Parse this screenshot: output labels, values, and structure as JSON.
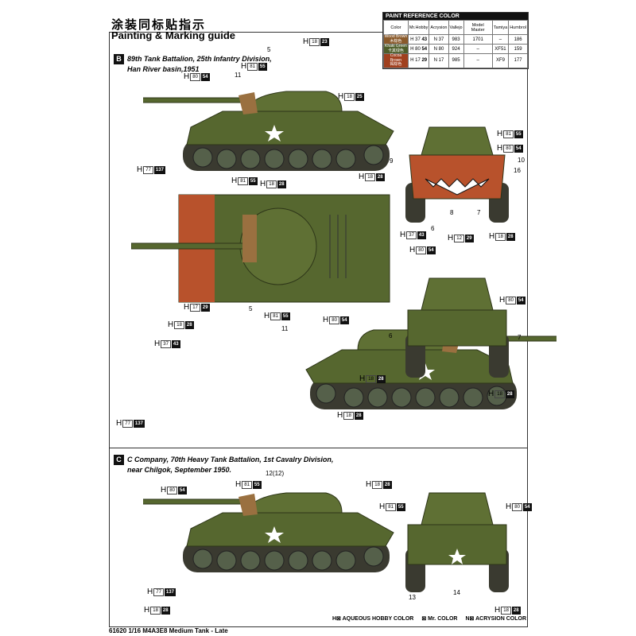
{
  "header": {
    "title_cn": "涂装同标贴指示",
    "title_en": "Painting & Marking guide"
  },
  "paint_table": {
    "title": "PAINT  REFERENCE COLOR",
    "columns": [
      "Color",
      "Mr.Hobby",
      "Acrysion",
      "Vallejo",
      "Model Master",
      "Tamiya",
      "Humbrol"
    ],
    "rows": [
      {
        "color": "Wood Brown",
        "color_cn": "木棕色",
        "swatch": "#8a5a2b",
        "h1": "37",
        "h2": "43",
        "n": "37",
        "vallejo": "983",
        "mm": "1701",
        "tamiya": "–",
        "humbrol": "186"
      },
      {
        "color": "Khaki Green",
        "color_cn": "卡其绿色",
        "swatch": "#4e5e2a",
        "h1": "80",
        "h2": "54",
        "n": "80",
        "vallejo": "924",
        "mm": "–",
        "tamiya": "XF51",
        "humbrol": "159"
      },
      {
        "color": "Cocoa Brown",
        "color_cn": "褐棕色",
        "swatch": "#a0401e",
        "h1": "17",
        "h2": "29",
        "n": "17",
        "vallejo": "985",
        "mm": "–",
        "tamiya": "XF9",
        "humbrol": "177"
      }
    ]
  },
  "section_b": {
    "badge": "B",
    "line1": "89th Tank Battalion, 25th Infantry Division,",
    "line2": "Han River basin,1951"
  },
  "section_c": {
    "badge": "C",
    "line1": "C Company, 70th Heavy Tank Battalion, 1st Cavalry Division,",
    "line2": "near Chilgok, September 1950."
  },
  "callouts": {
    "h": "H",
    "c1823": [
      "18",
      "23"
    ],
    "c8155": [
      "81",
      "55"
    ],
    "c8054": [
      "80",
      "54"
    ],
    "c1825": [
      "18",
      "25"
    ],
    "c77137": [
      "77",
      "137"
    ],
    "c1829": [
      "12",
      "29"
    ],
    "c1828": [
      "18",
      "28"
    ],
    "c3743": [
      "37",
      "43"
    ],
    "c1729": [
      "17",
      "29"
    ]
  },
  "numbers": {
    "n5": "5",
    "n11": "11",
    "n9": "9",
    "n10": "10",
    "n16": "16",
    "n6": "6",
    "n7": "7",
    "n8": "8",
    "n12": "12(12)",
    "n13": "13",
    "n14": "14"
  },
  "legend": {
    "aq": "H⊠ AQUEOUS HOBBY COLOR",
    "mr": "⊠ Mr. COLOR",
    "ac": "N⊠ ACRYSION COLOR"
  },
  "footer": "61620  1/16  M4A3E8 Medium Tank - Late",
  "colors": {
    "olive": "#56672f",
    "track": "#3a3a30",
    "shark": "#b8522c"
  }
}
